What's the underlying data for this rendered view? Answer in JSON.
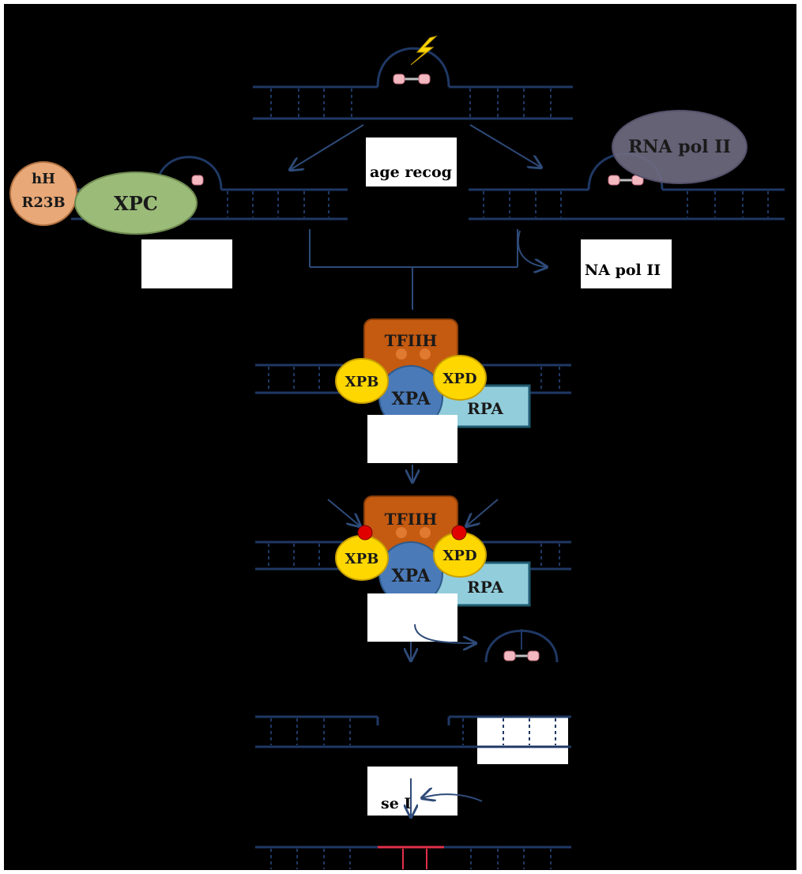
{
  "proteins": {
    "hhr23b_line1": "hH",
    "hhr23b_line2": "R23B",
    "xpc": "XPC",
    "rna_pol": "RNA pol II",
    "tfiih": "TFIIH",
    "xpb": "XPB",
    "xpd": "XPD",
    "xpa": "XPA",
    "rpa": "RPA"
  },
  "step_labels": {
    "damage_recognition": "age recog",
    "rna_pol_displacement": "NA pol II",
    "rna_pol_tick": "'",
    "ligase": "se I"
  },
  "colors": {
    "background": "#000000",
    "dna_strand": "#1f3864",
    "lesion": "#f4b8c0",
    "uv_bolt": "#ffd700",
    "hhr23b": "#e8a877",
    "xpc": "#9bbb78",
    "rna_pol": "#6e6a80",
    "tfiih": "#c55a11",
    "xp_yellow": "#ffd700",
    "xpa": "#4a7ab8",
    "rpa": "#92cddc",
    "incision_dot": "#e00000",
    "new_dna": "#e0304a"
  }
}
